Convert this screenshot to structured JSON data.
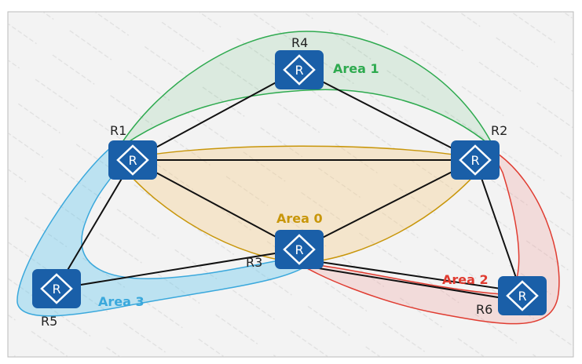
{
  "watermark": "ValidTests",
  "routers": [
    {
      "id": "R1",
      "glyph": "R"
    },
    {
      "id": "R2",
      "glyph": "R"
    },
    {
      "id": "R3",
      "glyph": "R"
    },
    {
      "id": "R4",
      "glyph": "R"
    },
    {
      "id": "R5",
      "glyph": "R"
    },
    {
      "id": "R6",
      "glyph": "R"
    }
  ],
  "areas": [
    {
      "label": "Area 0",
      "color": "#c8960a"
    },
    {
      "label": "Area 1",
      "color": "#2eaa4f"
    },
    {
      "label": "Area 2",
      "color": "#e03c31"
    },
    {
      "label": "Area 3",
      "color": "#3aa8dc"
    }
  ],
  "links": [
    [
      "R1",
      "R4"
    ],
    [
      "R4",
      "R2"
    ],
    [
      "R1",
      "R2"
    ],
    [
      "R1",
      "R3"
    ],
    [
      "R2",
      "R3"
    ],
    [
      "R1",
      "R5"
    ],
    [
      "R5",
      "R3"
    ],
    [
      "R3",
      "R6"
    ],
    [
      "R3",
      "R6"
    ],
    [
      "R2",
      "R6"
    ]
  ],
  "colors": {
    "router": "#1a5fa8",
    "frame": "#f3f3f3",
    "border": "#bbbbbb"
  }
}
